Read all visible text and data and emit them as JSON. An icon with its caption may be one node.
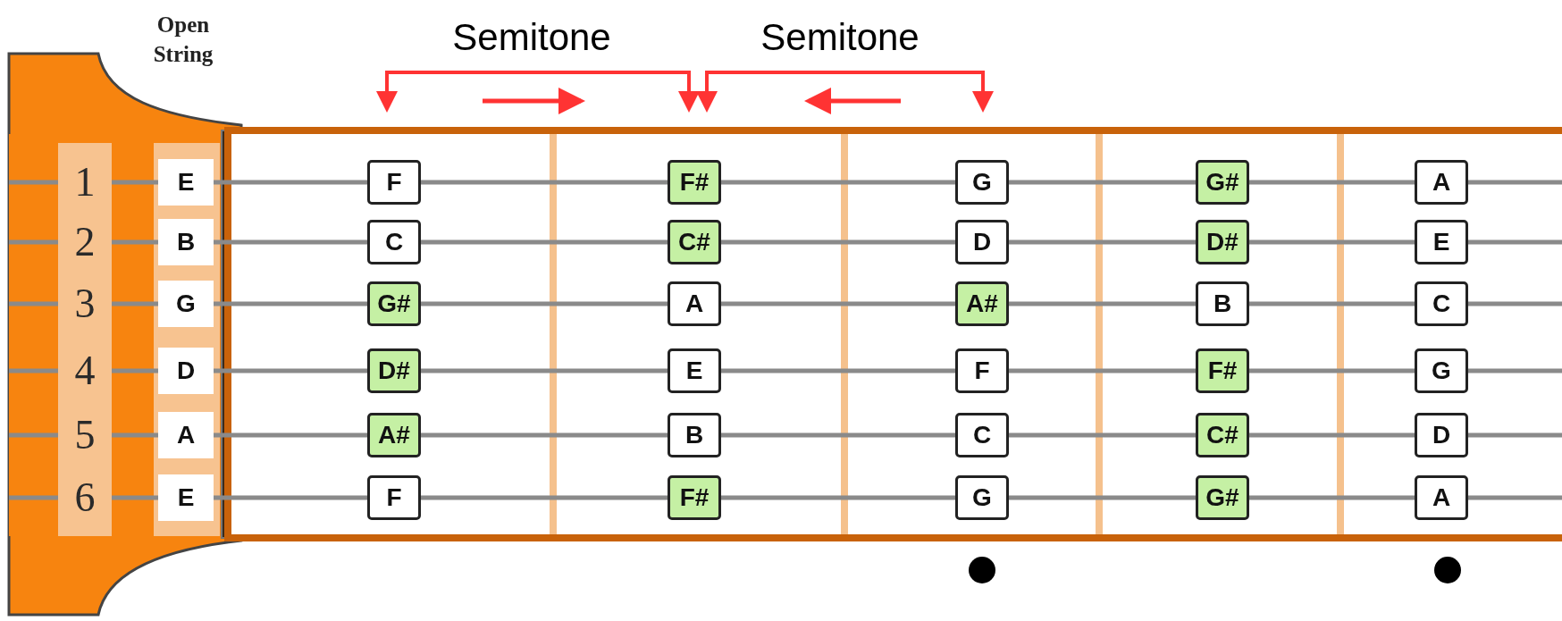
{
  "diagram": {
    "nodes": [
      {
        "text": [
          "1"
        ]
      },
      {
        "text": [
          "E"
        ]
      },
      {
        "text": [
          "F"
        ]
      },
      {
        "text": [
          "F#"
        ]
      },
      {
        "text": [
          "G"
        ]
      },
      {
        "text": [
          "G#"
        ]
      },
      {
        "text": [
          "A"
        ]
      },
      {
        "text": [
          "2"
        ]
      },
      {
        "text": [
          "B"
        ]
      },
      {
        "text": [
          "C"
        ]
      },
      {
        "text": [
          "C#"
        ]
      },
      {
        "text": [
          "D"
        ]
      },
      {
        "text": [
          "D#"
        ]
      },
      {
        "text": [
          "E"
        ]
      },
      {
        "text": [
          "3"
        ]
      },
      {
        "text": [
          "G"
        ]
      },
      {
        "text": [
          "G#"
        ]
      },
      {
        "text": [
          "A"
        ]
      },
      {
        "text": [
          "A#"
        ]
      },
      {
        "text": [
          "B"
        ]
      },
      {
        "text": [
          "C"
        ]
      },
      {
        "text": [
          "4"
        ]
      },
      {
        "text": [
          "D"
        ]
      },
      {
        "text": [
          "D#"
        ]
      },
      {
        "text": [
          "E"
        ]
      },
      {
        "text": [
          "F"
        ]
      },
      {
        "text": [
          "F#"
        ]
      },
      {
        "text": [
          "G"
        ]
      },
      {
        "text": [
          "5"
        ]
      },
      {
        "text": [
          "A"
        ]
      },
      {
        "text": [
          "A#"
        ]
      },
      {
        "text": [
          "B"
        ]
      },
      {
        "text": [
          "C"
        ]
      },
      {
        "text": [
          "C#"
        ]
      },
      {
        "text": [
          "D"
        ]
      },
      {
        "text": [
          "6"
        ]
      },
      {
        "text": [
          "E"
        ]
      },
      {
        "text": [
          "F"
        ]
      },
      {
        "text": [
          "F#"
        ]
      },
      {
        "text": [
          "G"
        ]
      },
      {
        "text": [
          "G#"
        ]
      },
      {
        "text": [
          "A"
        ]
      }
    ],
    "labels": [
      "Open String",
      "Semitone",
      "Semitone"
    ]
  }
}
